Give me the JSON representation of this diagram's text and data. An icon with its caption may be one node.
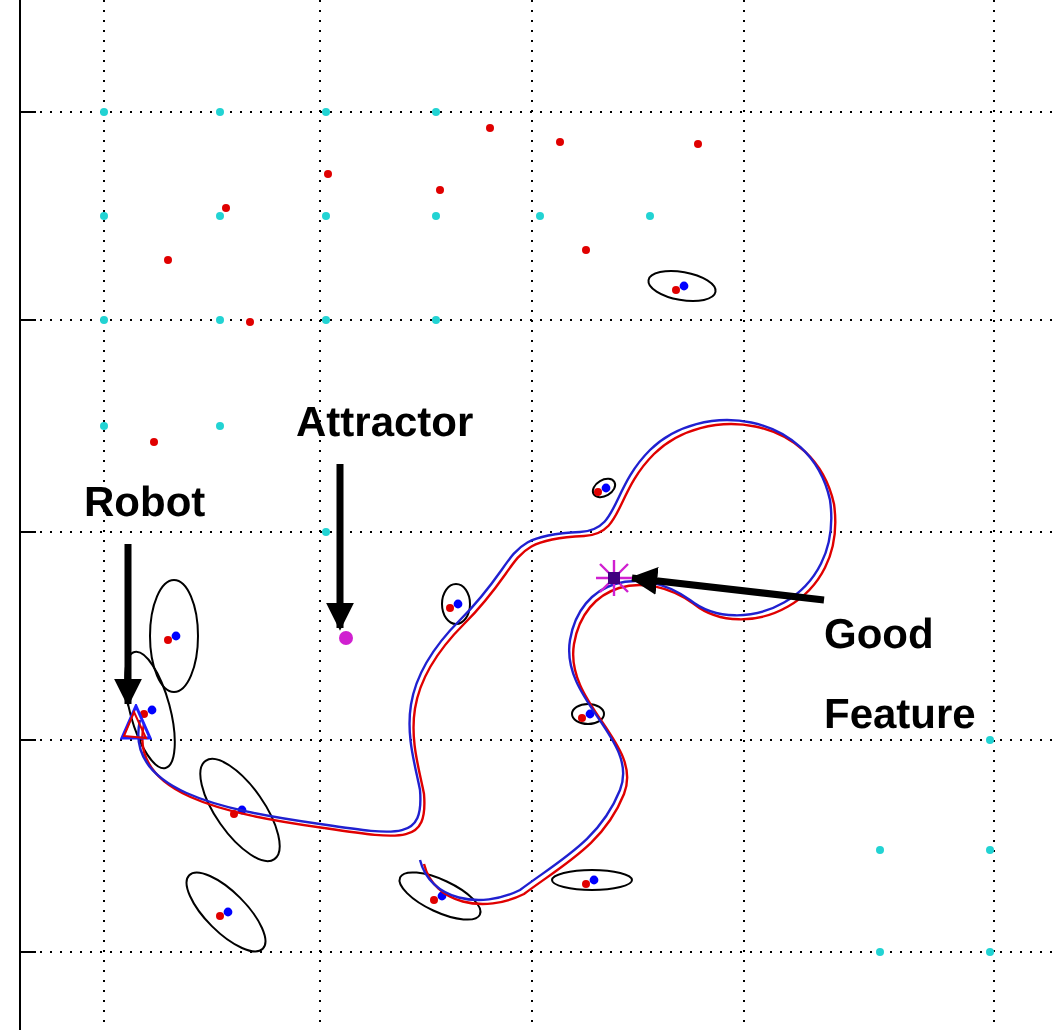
{
  "diagram": {
    "nodes": [
      {
        "text": [
          "Attractor"
        ]
      },
      {
        "text": [],
        "shape": "circle"
      },
      {
        "text": [
          "Robot"
        ]
      },
      {
        "text": [],
        "shape": "triangle"
      },
      {
        "text": [
          "Good Feature"
        ]
      },
      {
        "text": [],
        "shape": "star"
      }
    ],
    "edges": [
      {
        "from": 0,
        "to": 1,
        "arrow": "to"
      },
      {
        "from": 2,
        "to": 3,
        "arrow": "to"
      },
      {
        "from": 4,
        "to": 5,
        "arrow": "to"
      }
    ]
  }
}
